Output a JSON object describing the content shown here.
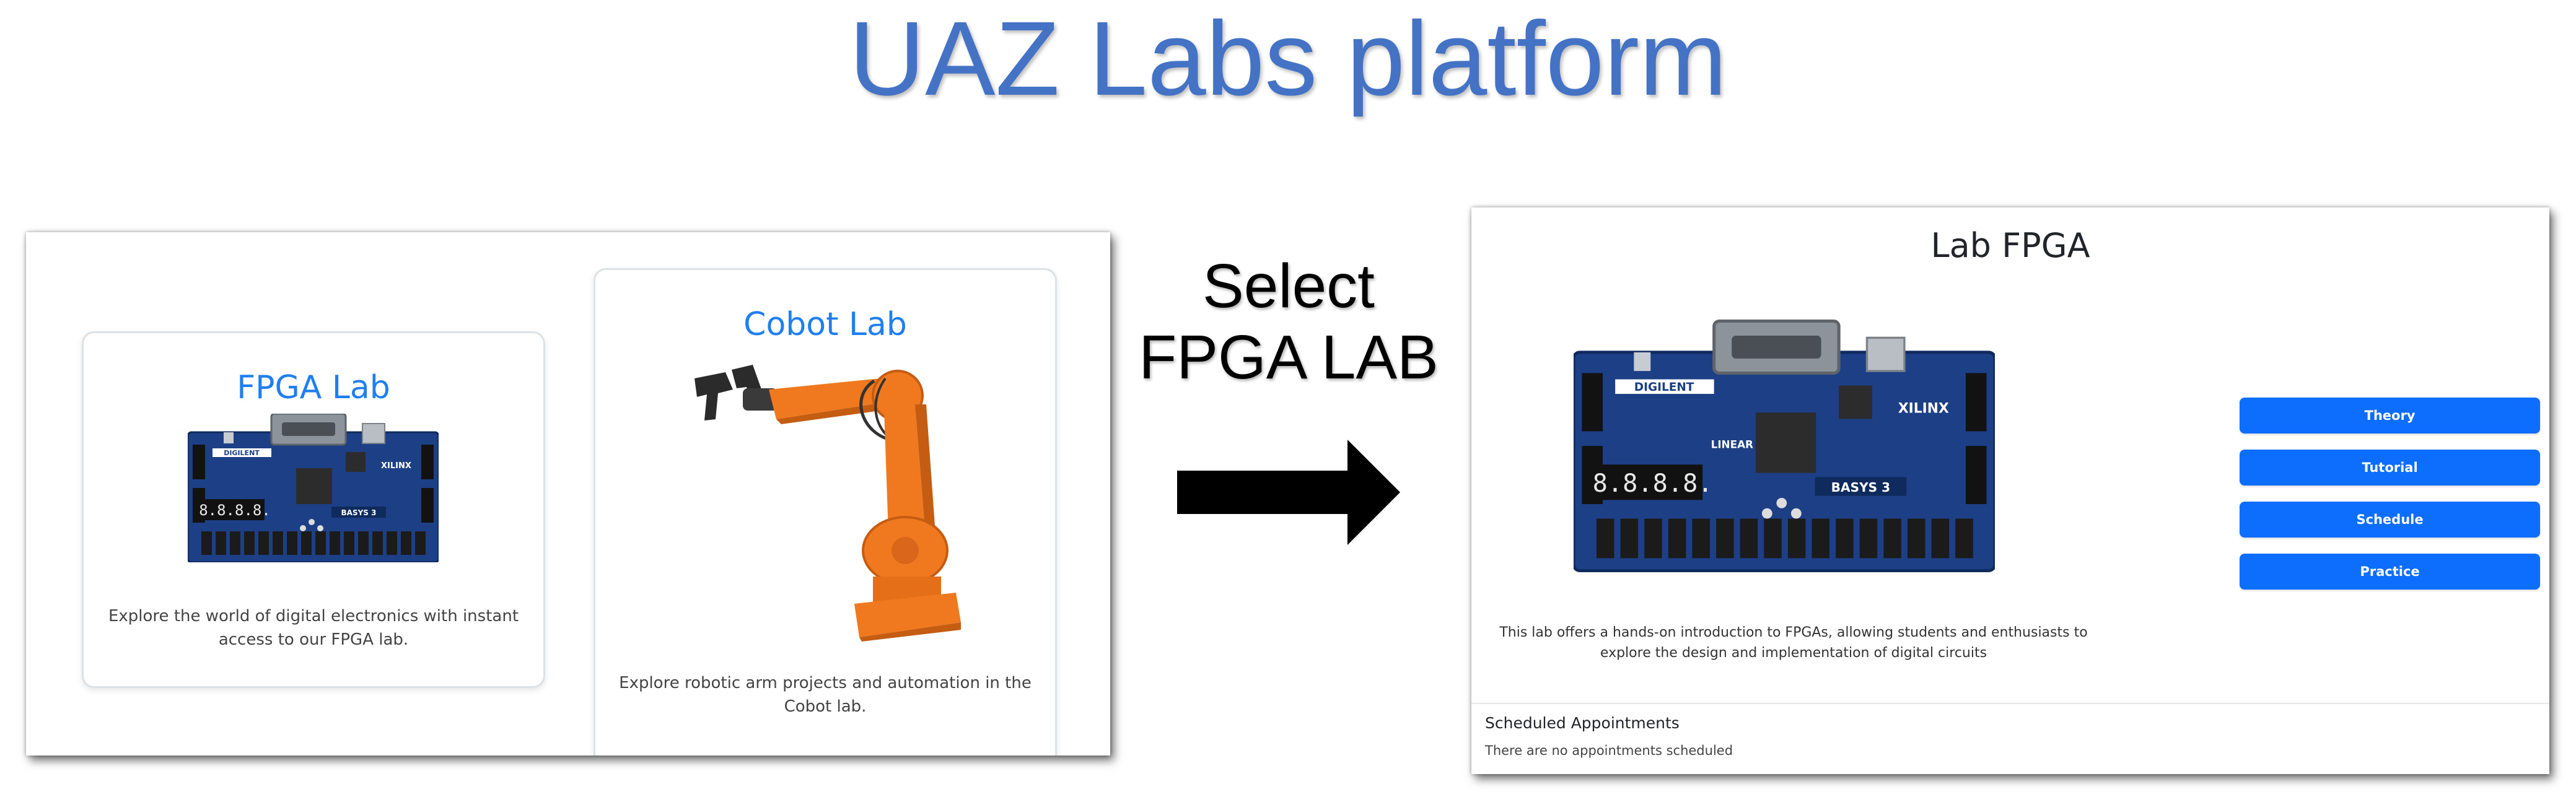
{
  "slide": {
    "title": "UAZ Labs platform",
    "select_line1": "Select",
    "select_line2": "FPGA LAB"
  },
  "lab_selection": {
    "cards": [
      {
        "title": "FPGA Lab",
        "description": "Explore the world of digital electronics with instant access to our FPGA lab.",
        "image": "fpga-board"
      },
      {
        "title": "Cobot Lab",
        "description": "Explore robotic arm projects and automation in the Cobot lab.",
        "image": "robot-arm"
      }
    ]
  },
  "lab_page": {
    "title": "Lab FPGA",
    "description": "This lab offers a hands-on introduction to FPGAs, allowing students and enthusiasts to explore the design and implementation of digital circuits",
    "buttons": [
      "Theory",
      "Tutorial",
      "Schedule",
      "Practice"
    ],
    "appointments_title": "Scheduled Appointments",
    "appointments_empty": "There are no appointments scheduled"
  },
  "board": {
    "brand": "DIGILENT",
    "vendor": "XILINX",
    "model": "BASYS 3",
    "maker": "LINEAR",
    "display": "8.8.8.8."
  },
  "colors": {
    "title_blue": "#4472c4",
    "link_blue": "#1f7ef0",
    "button_blue": "#0d6efd",
    "board_blue": "#1d3f86",
    "robot_orange": "#f0781e"
  }
}
